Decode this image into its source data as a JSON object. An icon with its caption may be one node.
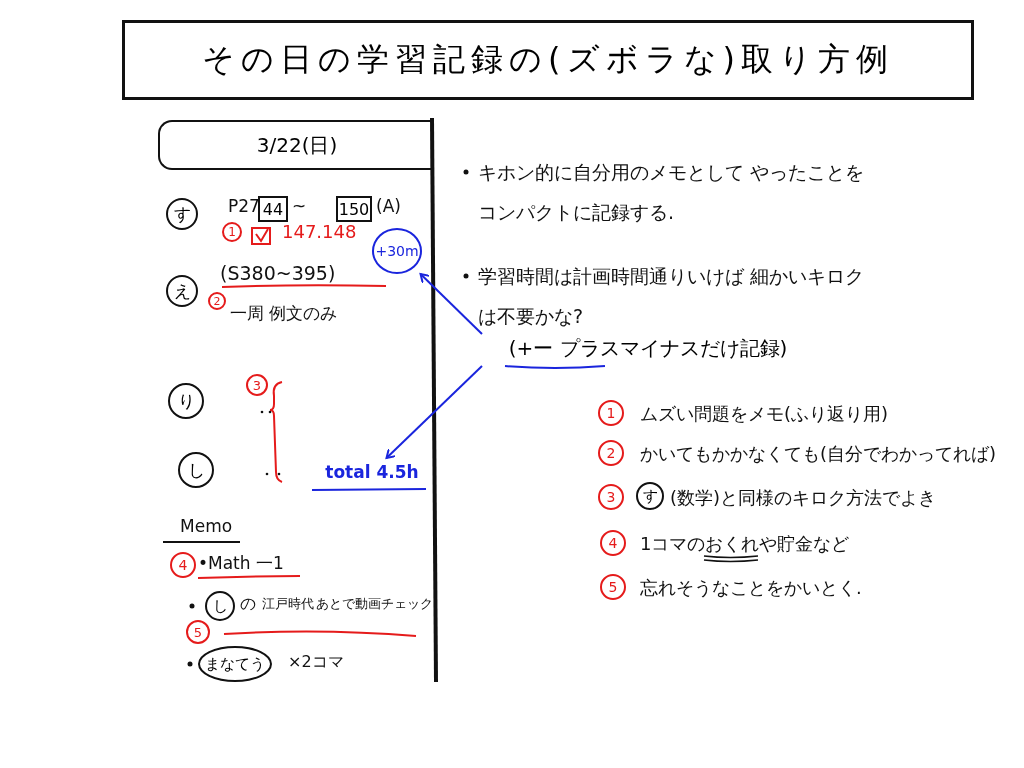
{
  "diagram": {
    "title": "その日の学習記録の(ズボラな)取り方例",
    "nodes": [
      {
        "text": [
          "3/22(日)"
        ]
      },
      {
        "text": [
          "す"
        ]
      },
      {
        "text": [
          "44"
        ]
      },
      {
        "text": [
          "150"
        ]
      },
      {
        "text": [
          "1"
        ]
      },
      {
        "text": [
          "え"
        ]
      },
      {
        "text": [
          "2"
        ]
      },
      {
        "text": [
          "り"
        ]
      },
      {
        "text": [
          "3"
        ]
      },
      {
        "text": [
          "し"
        ]
      },
      {
        "text": [
          "+30m"
        ]
      },
      {
        "text": [
          "total 4.5h"
        ]
      },
      {
        "text": [
          "(+ー プラスマイナスだけ記録)"
        ]
      },
      {
        "text": [
          "4"
        ]
      },
      {
        "text": [
          "し"
        ]
      },
      {
        "text": [
          "5"
        ]
      },
      {
        "text": [
          "まなてう"
        ]
      },
      {
        "text": [
          "1"
        ]
      },
      {
        "text": [
          "2"
        ]
      },
      {
        "text": [
          "3"
        ]
      },
      {
        "text": [
          "4"
        ]
      },
      {
        "text": [
          "5"
        ]
      },
      {
        "text": [
          "す"
        ]
      }
    ],
    "edges": [
      {
        "from": 12,
        "to": 10,
        "arrow": "to"
      },
      {
        "from": 12,
        "to": 11,
        "arrow": "to"
      }
    ],
    "labels": [
      "P27",
      "~",
      "(A)",
      "147.148",
      "(S380~395)",
      "一周 例文のみ",
      "Memo",
      "•Math 一1",
      "の",
      "江戸時代",
      "あとで動画チェック",
      "×2コマ",
      "キホン的に自分用のメモとして やったことをコンパクトに記録する.",
      "学習時間は計画時間通りいけば 細かいキロクは不要かな?",
      "ムズい問題をメモ(ふり返り用)",
      "かいてもかかなくても(自分でわかってれば)",
      "(数学)と同様のキロク方法でよき",
      "1コマのおくれや貯金など",
      "忘れそうなことをかいとく."
    ]
  }
}
